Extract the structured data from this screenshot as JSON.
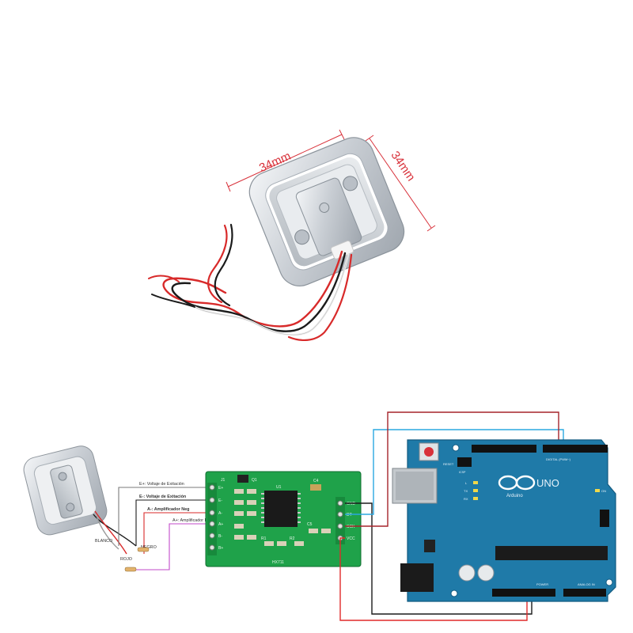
{
  "product": {
    "dimension_width": "34mm",
    "dimension_height": "34mm"
  },
  "wiring": {
    "labels": [
      "E+: Voltaje de Exitación",
      "E-: Voltaje de Exitación",
      "A-: Amplificador Neg",
      "A+: Amplificador Positivo"
    ],
    "wire_blanco": "BLANCO",
    "wire_negro": "NEGRO",
    "wire_rojo": "ROJO"
  },
  "hx711": {
    "silk_j1": "J1",
    "silk_q1": "Q1",
    "silk_u1": "U1",
    "silk_c4": "C4",
    "silk_c5": "C5",
    "silk_r1": "R1",
    "silk_r2": "R2",
    "silk_module": "HX711",
    "pin_left": [
      "E+",
      "E-",
      "A-",
      "A+",
      "B-",
      "B+"
    ],
    "pin_right": [
      "GND",
      "DT",
      "SCK",
      "VCC"
    ]
  },
  "arduino": {
    "uno": "UNO",
    "brand": "Arduino",
    "reset": "RESET",
    "icsp": "ICSP",
    "digital": "DIGITAL (PWM~)",
    "power": "POWER",
    "analog": "ANALOG IN",
    "led_l": "L",
    "led_tx": "TX",
    "led_rx": "RX",
    "on": "ON"
  }
}
